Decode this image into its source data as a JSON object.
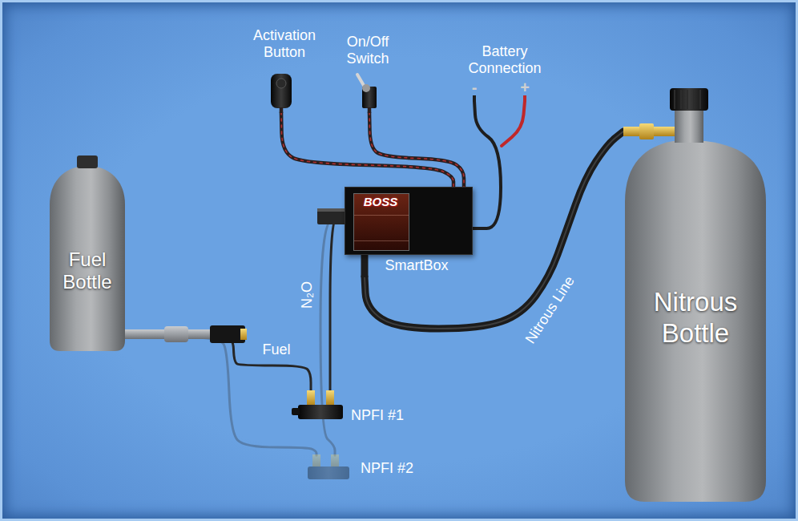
{
  "diagram": {
    "nodes": [
      {
        "text": [
          "Activation Button"
        ]
      },
      {
        "text": [
          "On/Off Switch"
        ]
      },
      {
        "text": [
          "Battery Connection",
          "-",
          "+"
        ]
      },
      {
        "text": [
          "BOSS",
          "SmartBox"
        ]
      },
      {
        "text": [
          "Fuel Bottle"
        ]
      },
      {
        "text": [
          "Nitrous Bottle"
        ]
      },
      {
        "text": [
          "NPFI #1"
        ]
      },
      {
        "text": [
          "NPFI #2"
        ]
      }
    ],
    "edges": [
      {
        "from": 0,
        "to": 3,
        "arrow": "none"
      },
      {
        "from": 1,
        "to": 3,
        "arrow": "none"
      },
      {
        "from": 2,
        "to": 3,
        "arrow": "none"
      },
      {
        "from": 3,
        "to": 5,
        "label": "Nitrous Line",
        "arrow": "none"
      },
      {
        "from": 3,
        "to": 6,
        "label": "N₂O",
        "arrow": "none"
      },
      {
        "from": 3,
        "to": 7,
        "arrow": "none"
      },
      {
        "from": 4,
        "to": 6,
        "label": "Fuel",
        "arrow": "none"
      },
      {
        "from": 4,
        "to": 7,
        "arrow": "none"
      }
    ]
  }
}
